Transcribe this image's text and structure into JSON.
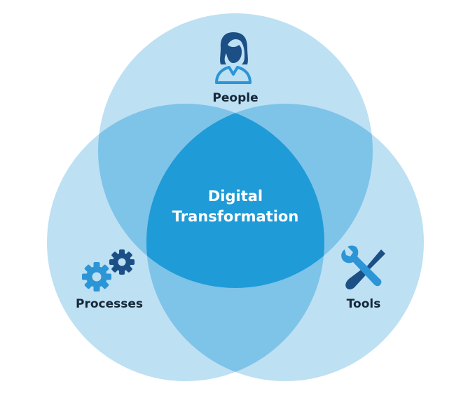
{
  "diagram": {
    "type": "venn",
    "center": {
      "line1": "Digital",
      "line2": "Transformation"
    },
    "sets": [
      {
        "id": "people",
        "label": "People",
        "icon": "person-icon"
      },
      {
        "id": "processes",
        "label": "Processes",
        "icon": "gears-icon"
      },
      {
        "id": "tools",
        "label": "Tools",
        "icon": "wrench-screwdriver-icon"
      }
    ]
  },
  "colors": {
    "single": "#bde0f3",
    "double": "#7ec3e8",
    "triple": "#1f9bd7",
    "icon_dark": "#1b4f86",
    "icon_light": "#2b95d6",
    "text_dark": "#16283a",
    "text_light": "#ffffff"
  }
}
